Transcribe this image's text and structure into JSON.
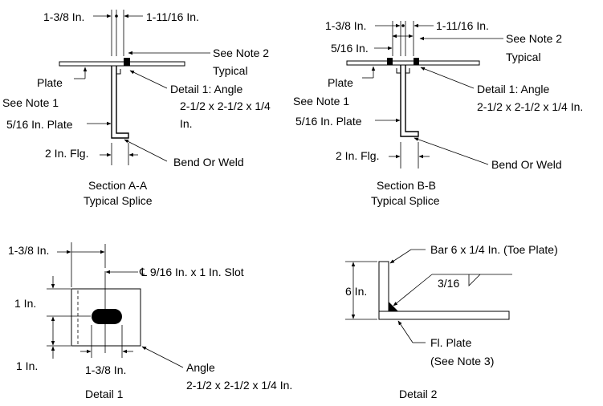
{
  "section_aa": {
    "dim_left": "1-3/8 In.",
    "dim_right": "1-11/16 In.",
    "note2_line1": "See Note 2",
    "note2_line2": "Typical",
    "plate": "Plate",
    "see_note1": "See Note 1",
    "detail1_line1": "Detail 1: Angle",
    "detail1_line2": "2-1/2 x 2-1/2 x 1/4",
    "detail1_line3": "In.",
    "plate_516": "5/16 In. Plate",
    "flange": "2 In. Flg.",
    "bend": "Bend Or Weld",
    "caption1": "Section A-A",
    "caption2": "Typical Splice"
  },
  "section_bb": {
    "dim_left": "1-3/8 In.",
    "dim_right": "1-11/16 In.",
    "dim_516": "5/16 In.",
    "note2_line1": "See Note 2",
    "note2_line2": "Typical",
    "plate": "Plate",
    "see_note1": "See Note 1",
    "detail1_line1": "Detail 1: Angle",
    "detail1_line2": "2-1/2 x 2-1/2 x 1/4 In.",
    "plate_516": "5/16 In. Plate",
    "flange": "2 In. Flg.",
    "bend": "Bend Or Weld",
    "caption1": "Section B-B",
    "caption2": "Typical Splice"
  },
  "detail1": {
    "dim_top": "1-3/8 In.",
    "slot": "℄ 9/16 In. x 1 In. Slot",
    "dim_1in_a": "1 In.",
    "dim_1in_b": "1 In.",
    "dim_bottom": "1-3/8 In.",
    "angle_line1": "Angle",
    "angle_line2": "2-1/2 x 2-1/2 x 1/4 In.",
    "caption": "Detail 1"
  },
  "detail2": {
    "bar": "Bar 6 x 1/4 In. (Toe Plate)",
    "dim_6in": "6 In.",
    "weld": "3/16",
    "fl_plate_line1": "Fl. Plate",
    "fl_plate_line2": "(See Note 3)",
    "caption": "Detail 2"
  }
}
